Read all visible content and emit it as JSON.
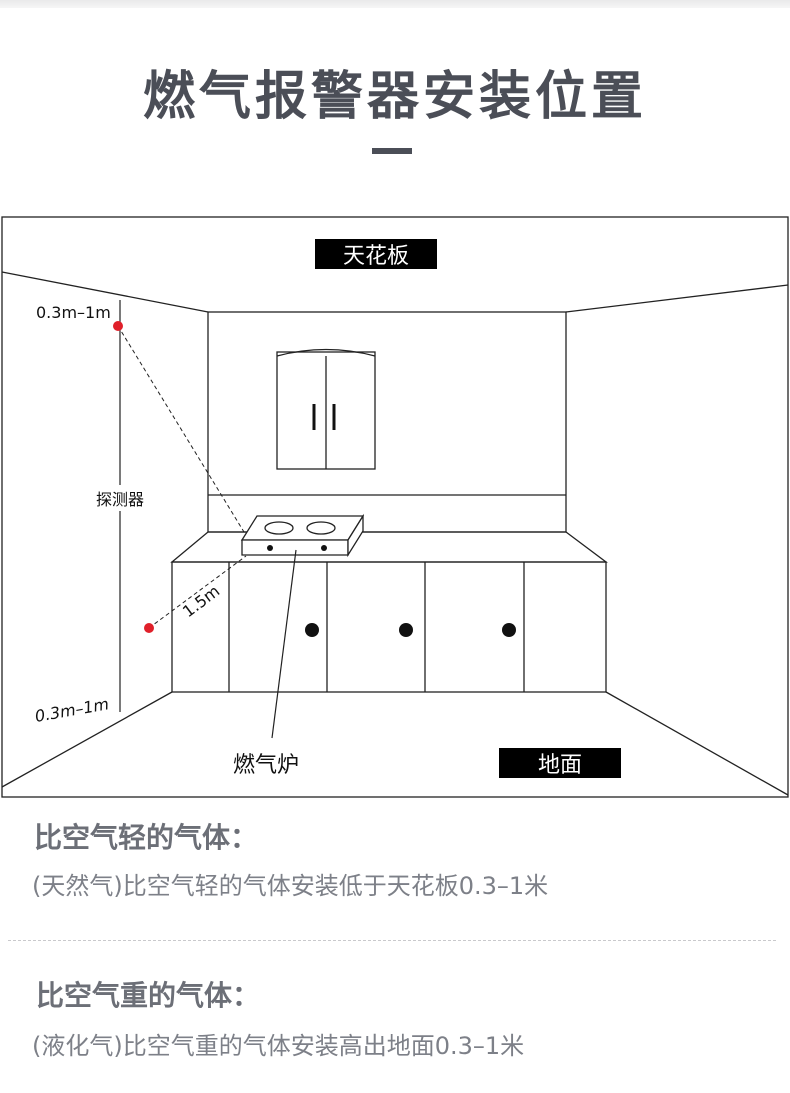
{
  "page": {
    "title": "燃气报警器安装位置"
  },
  "diagram": {
    "ceiling_label": "天花板",
    "floor_label": "地面",
    "stove_label": "燃气炉",
    "detector_label": "探测器",
    "top_range": "0.3m–1m",
    "bottom_range": "0.3m–1m",
    "distance": "1.5m",
    "colors": {
      "line": "#222222",
      "detector_dot": "#e0202a",
      "label_bg": "#000000",
      "label_text": "#ffffff"
    }
  },
  "sections": [
    {
      "title": "比空气轻的气体：",
      "description": "(天然气)比空气轻的气体安装低于天花板0.3–1米"
    },
    {
      "title": "比空气重的气体：",
      "description": "(液化气)比空气重的气体安装高出地面0.3–1米"
    }
  ]
}
